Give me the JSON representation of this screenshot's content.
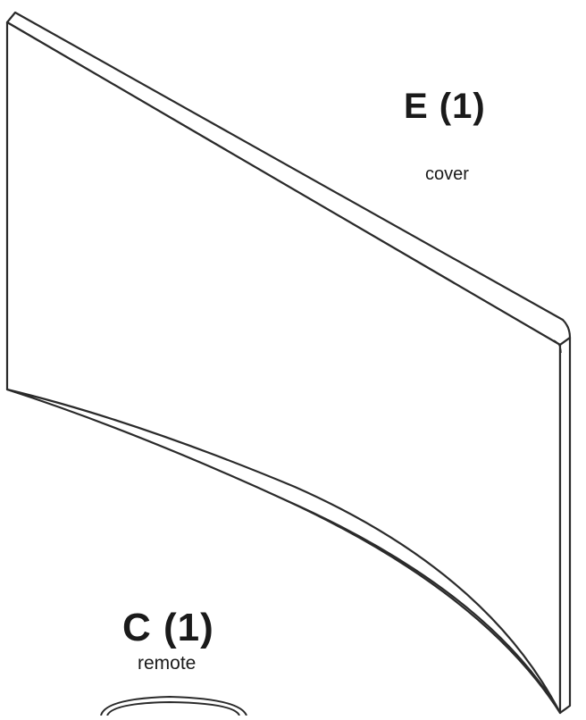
{
  "parts": {
    "cover": {
      "code": "E (1)",
      "name": "cover"
    },
    "remote": {
      "code": "C (1)",
      "name": "remote"
    }
  }
}
